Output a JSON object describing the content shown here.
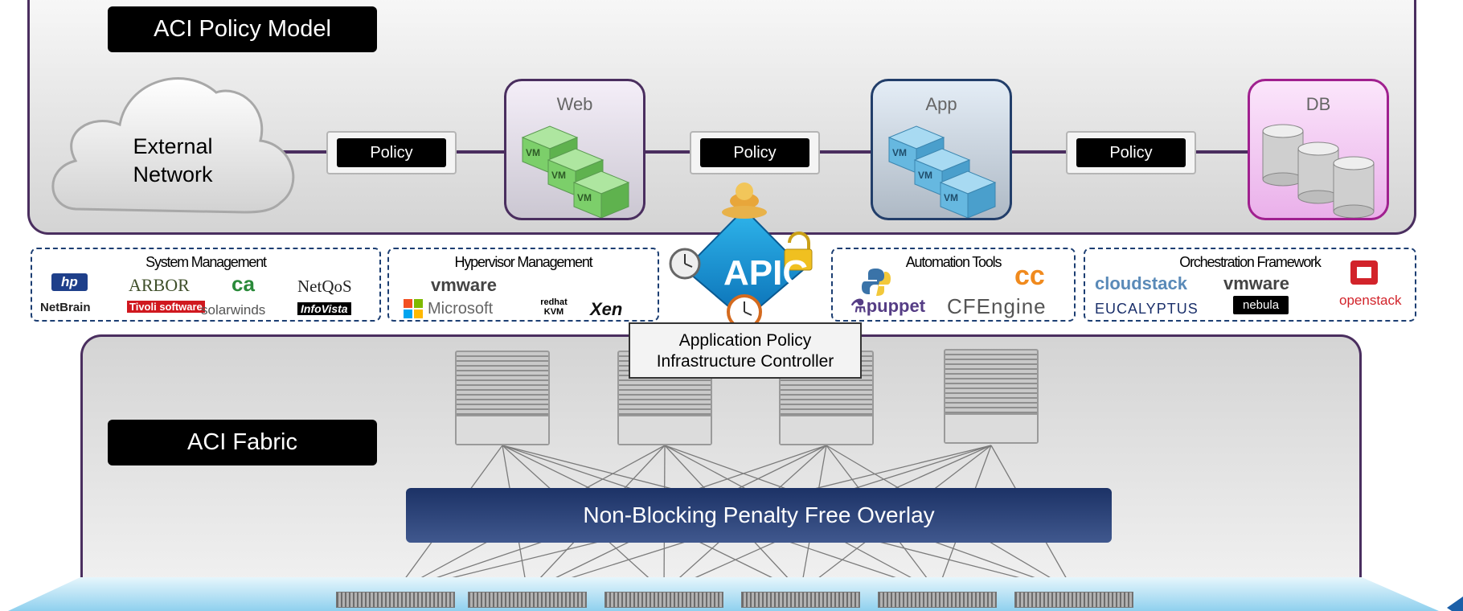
{
  "policy_model": {
    "title": "ACI Policy Model",
    "external_network": "External\nNetwork",
    "policy_labels": [
      "Policy",
      "Policy",
      "Policy"
    ],
    "tiers": [
      {
        "label": "Web",
        "vm_label": "VM"
      },
      {
        "label": "App",
        "vm_label": "VM"
      },
      {
        "label": "DB"
      }
    ]
  },
  "tool_groups": {
    "system_management": {
      "title": "System Management",
      "logos": [
        "hp",
        "ARBOR",
        "ca",
        "NetQoS",
        "NetBrain",
        "Tivoli software",
        "solarwinds",
        "InfoVista"
      ]
    },
    "hypervisor_management": {
      "title": "Hypervisor Management",
      "logos": [
        "vmware",
        "Microsoft",
        "redhat KVM",
        "Xen"
      ]
    },
    "automation_tools": {
      "title": "Automation Tools",
      "logos": [
        "puppet",
        "CFEngine"
      ]
    },
    "orchestration_framework": {
      "title": "Orchestration Framework",
      "logos": [
        "cloudstack",
        "vmware",
        "openstack",
        "EUCALYPTUS",
        "nebula"
      ]
    }
  },
  "apic": {
    "badge": "APIC",
    "caption_line1": "Application Policy",
    "caption_line2": "Infrastructure Controller"
  },
  "fabric": {
    "title": "ACI Fabric",
    "overlay": "Non-Blocking Penalty Free Overlay",
    "spine_count": 4,
    "leaf_count": 6
  },
  "colors": {
    "frame": "#4a2e5f",
    "web_vm": "#7ccf6a",
    "app_vm": "#66b8e0",
    "overlay": "#2a4278"
  }
}
